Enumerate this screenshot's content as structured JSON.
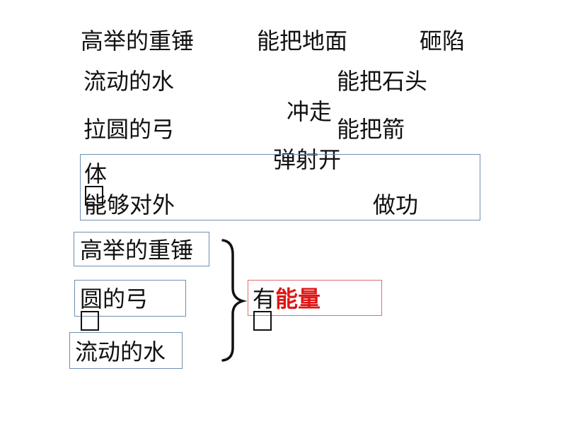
{
  "row1": {
    "a": "高举的重锤",
    "b": "能把地面",
    "c": "砸陷"
  },
  "row2": {
    "a": "流动的水",
    "b": "能把石头",
    "c": "冲走"
  },
  "row3": {
    "a": "拉圆的弓",
    "b": "能把箭",
    "c": "弹射开"
  },
  "summary": {
    "line1": "物体",
    "line2": "能够对外",
    "tail": "做功"
  },
  "boxes": {
    "hammer": "高举的重锤",
    "bow": "拉圆的弓",
    "water": "流动的水"
  },
  "result": {
    "prefix": "具有",
    "highlight": "能量"
  },
  "colors": {
    "box_border": "#6f8fb3",
    "red_border": "#e07070",
    "highlight": "#e01515"
  }
}
